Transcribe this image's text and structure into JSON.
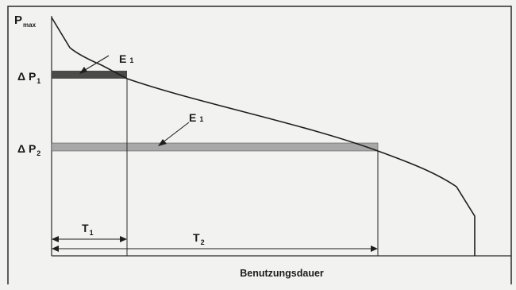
{
  "labels": {
    "pmax_main": "P",
    "pmax_sub": "max",
    "dp1_main": "Δ P",
    "dp1_sub": "1",
    "dp2_main": "Δ P",
    "dp2_sub": "2",
    "e1_top_main": "E",
    "e1_top_sub": "1",
    "e1_mid_main": "E",
    "e1_mid_sub": "1",
    "t1_main": "T",
    "t1_sub": "1",
    "t2_main": "T",
    "t2_sub": "2",
    "xaxis": "Benutzungsdauer"
  },
  "colors": {
    "frame": "#2a2a2a",
    "curve": "#1e1e1e",
    "band1": "#4a4a4a",
    "band2": "#a8a8a8",
    "background": "#f2f2f0"
  }
}
